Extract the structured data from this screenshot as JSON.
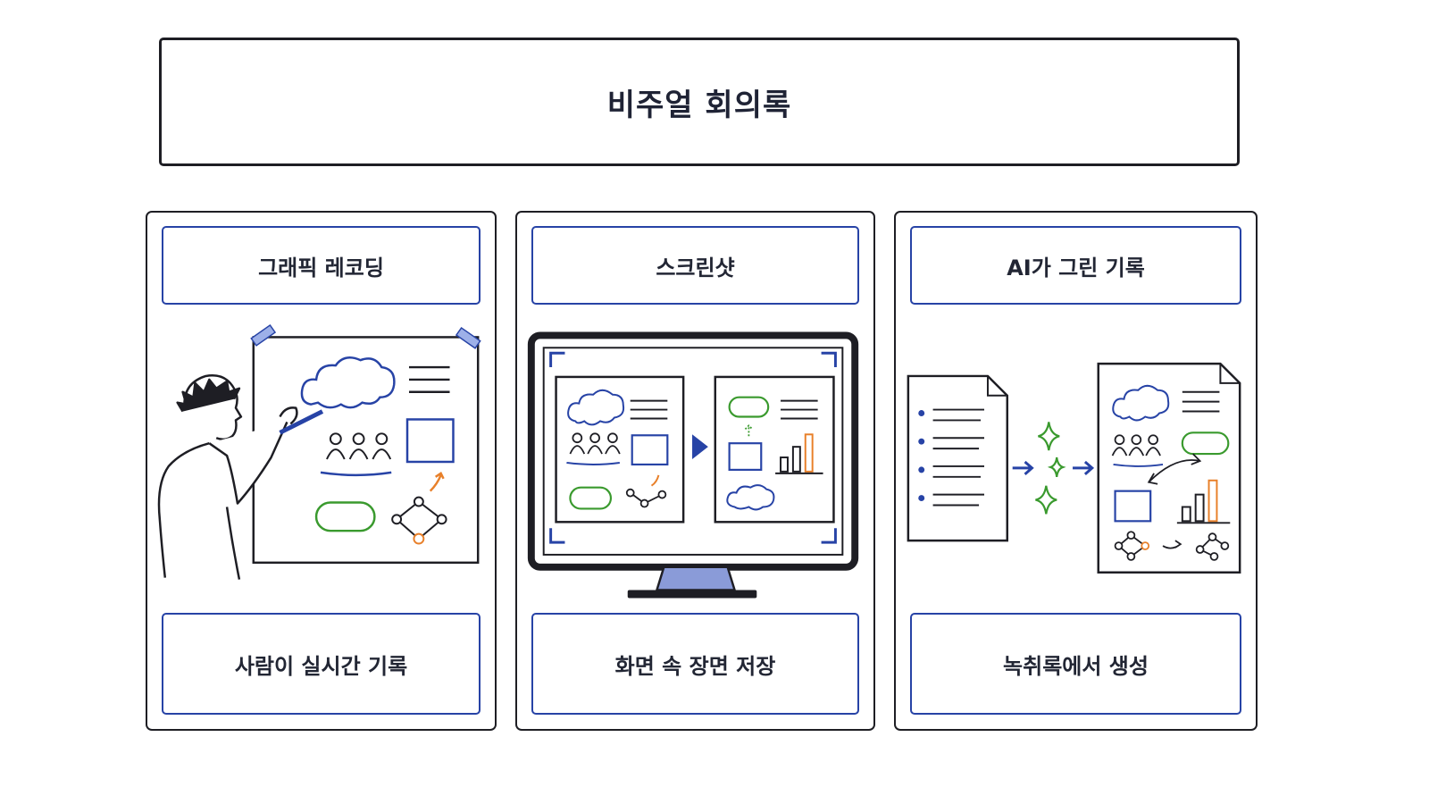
{
  "title": "비주얼 회의록",
  "cards": [
    {
      "heading": "그래픽 레코딩",
      "caption": "사람이 실시간 기록"
    },
    {
      "heading": "스크린샷",
      "caption": "화면 속 장면 저장"
    },
    {
      "heading": "AI가 그린 기록",
      "caption": "녹취록에서 생성"
    }
  ],
  "colors": {
    "outline": "#1e1e24",
    "accent_blue": "#2743a6",
    "accent_green": "#3a9a2e",
    "accent_orange": "#e8802a"
  }
}
